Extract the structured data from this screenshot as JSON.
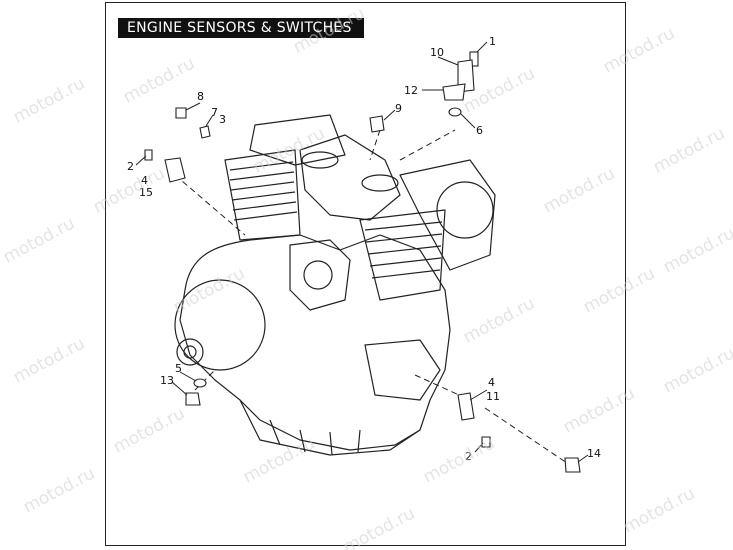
{
  "title": "ENGINE SENSORS & SWITCHES",
  "watermark": "motod.ru",
  "callouts": [
    "1",
    "10",
    "12",
    "9",
    "6",
    "8",
    "7",
    "3",
    "2",
    "4",
    "15",
    "5",
    "13",
    "4",
    "11",
    "2",
    "14"
  ]
}
